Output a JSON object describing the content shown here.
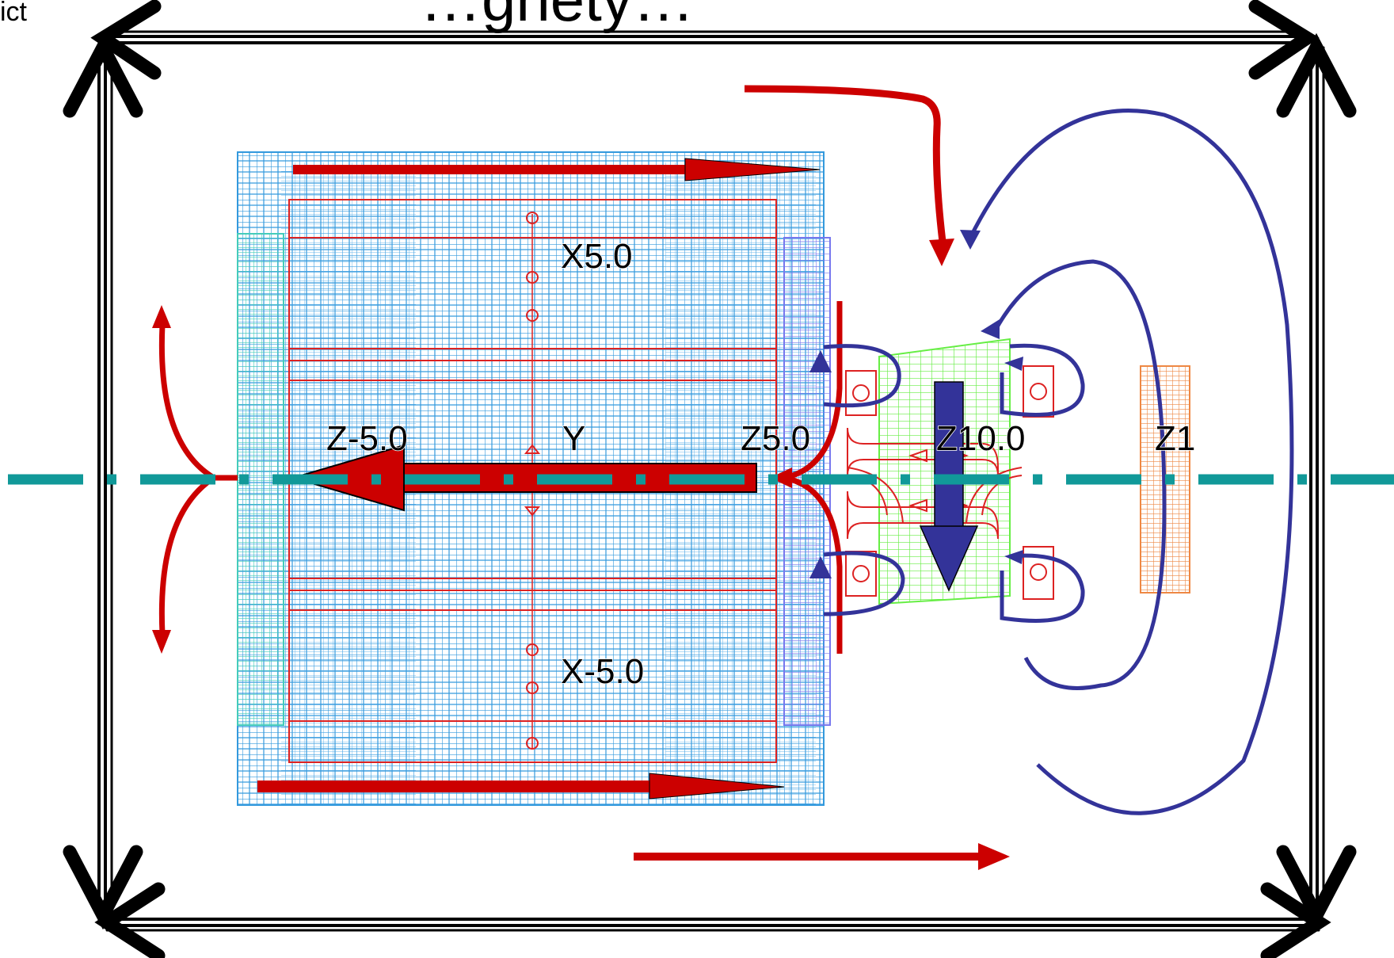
{
  "title_fragment": "…gnety…",
  "corner_fragment": "ict",
  "labels": {
    "x_pos": "X5.0",
    "x_neg": "X-5.0",
    "y": "Y",
    "z_neg": "Z-5.0",
    "z_5": "Z5.0",
    "z_10": "Z10.0",
    "z_partial": "Z1"
  },
  "colors": {
    "frame": "#000000",
    "red_flow": "#cc0000",
    "blue_flow": "#333399",
    "axis": "#119999",
    "mesh_blue": "#3399dd",
    "mesh_cyan": "#44ccbb",
    "mesh_violet": "#7777ee",
    "mesh_green": "#66ee44",
    "mesh_orange": "#ee8844",
    "wire_red": "#dd2222"
  }
}
